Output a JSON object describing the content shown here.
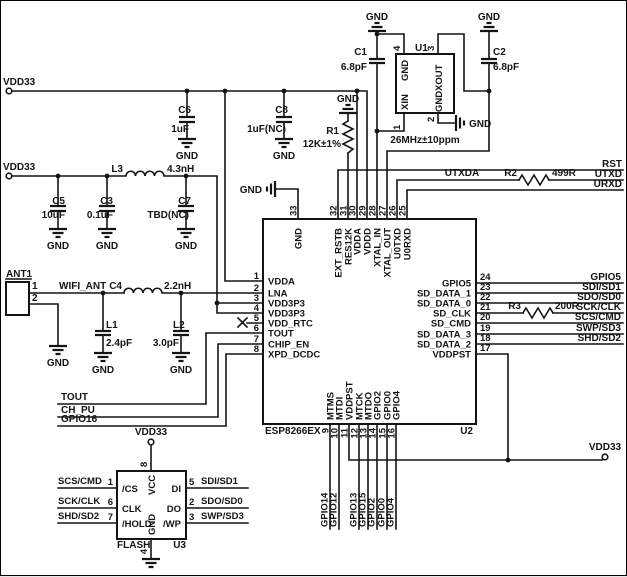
{
  "schematic": {
    "power": {
      "vdd33": "VDD33",
      "gnd": "GND"
    },
    "nets": {
      "rst": "RST",
      "utxd": "UTXD",
      "urxd": "URXD",
      "utxda": "UTXDA",
      "wifi_ant": "WIFI_ANT",
      "tout": "TOUT",
      "ch_pu": "CH_PU",
      "gpio16": "GPIO16",
      "gpio5": "GPIO5",
      "sdi_sd1": "SDI/SD1",
      "sdo_sd0": "SDO/SD0",
      "sck_clk": "SCK/CLK",
      "scs_cmd": "SCS/CMD",
      "swp_sd3": "SWP/SD3",
      "shd_sd2": "SHD/SD2",
      "gpio14": "GPIO14",
      "gpio12": "GPIO12",
      "gpio13": "GPIO13",
      "gpio15": "GPIO15",
      "gpio2": "GPIO2",
      "gpio0": "GPIO0",
      "gpio4": "GPIO4"
    },
    "components": {
      "c1": {
        "ref": "C1",
        "value": "6.8pF"
      },
      "c2": {
        "ref": "C2",
        "value": "6.8pF"
      },
      "c3": {
        "ref": "C3",
        "value": "0.1uF"
      },
      "c4": {
        "ref": "C4",
        "value": "2.2nH"
      },
      "c5": {
        "ref": "C5",
        "value": "10uF"
      },
      "c6": {
        "ref": "C6",
        "value": "1uF"
      },
      "c7": {
        "ref": "C7",
        "value": "TBD(NC)"
      },
      "c8": {
        "ref": "C8",
        "value": "1uF(NC)"
      },
      "l1": {
        "ref": "L1",
        "value": "2.4pF"
      },
      "l2": {
        "ref": "L2",
        "value": "3.0pF"
      },
      "l3": {
        "ref": "L3",
        "value": "4.3nH"
      },
      "r1": {
        "ref": "R1",
        "value": "12K±1%"
      },
      "r2": {
        "ref": "R2",
        "value": "499R"
      },
      "r3": {
        "ref": "R3",
        "value": "200R"
      },
      "ant1": {
        "ref": "ANT1",
        "pin1": "1",
        "pin2": "2"
      },
      "u1": {
        "ref": "U1",
        "freq": "26MHz±10ppm",
        "xin": "XIN",
        "xout": "XOUT",
        "gnd": "GND",
        "p1": "1",
        "p2": "2",
        "p3": "3",
        "p4": "4"
      },
      "u2": {
        "ref": "U2",
        "part": "ESP8266EX",
        "top": [
          {
            "n": "33",
            "name": "GND"
          },
          {
            "n": "32",
            "name": "EXT_RSTB"
          },
          {
            "n": "31",
            "name": "RES12K"
          },
          {
            "n": "30",
            "name": "VDDA"
          },
          {
            "n": "29",
            "name": "VDDD"
          },
          {
            "n": "28",
            "name": "XTAL_IN"
          },
          {
            "n": "27",
            "name": "XTAL_OUT"
          },
          {
            "n": "26",
            "name": "U0TXD"
          },
          {
            "n": "25",
            "name": "U0RXD"
          }
        ],
        "left": [
          {
            "n": "1",
            "name": "VDDA"
          },
          {
            "n": "2",
            "name": "LNA"
          },
          {
            "n": "3",
            "name": "VDD3P3"
          },
          {
            "n": "4",
            "name": "VDD3P3"
          },
          {
            "n": "5",
            "name": "VDD_RTC"
          },
          {
            "n": "6",
            "name": "TOUT"
          },
          {
            "n": "7",
            "name": "CHIP_EN"
          },
          {
            "n": "8",
            "name": "XPD_DCDC"
          }
        ],
        "right": [
          {
            "n": "24",
            "name": "GPIO5"
          },
          {
            "n": "23",
            "name": "SD_DATA_1"
          },
          {
            "n": "22",
            "name": "SD_DATA_0"
          },
          {
            "n": "21",
            "name": "SD_CLK"
          },
          {
            "n": "20",
            "name": "SD_CMD"
          },
          {
            "n": "19",
            "name": "SD_DATA_3"
          },
          {
            "n": "18",
            "name": "SD_DATA_2"
          },
          {
            "n": "17",
            "name": "VDDPST"
          }
        ],
        "bottom": [
          {
            "n": "9",
            "name": "MTMS"
          },
          {
            "n": "10",
            "name": "MTDI"
          },
          {
            "n": "11",
            "name": "VDDPST"
          },
          {
            "n": "12",
            "name": "MTCK"
          },
          {
            "n": "13",
            "name": "MTDO"
          },
          {
            "n": "14",
            "name": "GPIO2"
          },
          {
            "n": "15",
            "name": "GPIO0"
          },
          {
            "n": "16",
            "name": "GPIO4"
          }
        ]
      },
      "u3": {
        "ref": "U3",
        "part": "FLASH",
        "vcc": "VCC",
        "gnd": "GND",
        "p8": "8",
        "p4": "4",
        "left": [
          {
            "n": "1",
            "name": "/CS"
          },
          {
            "n": "6",
            "name": "CLK"
          },
          {
            "n": "7",
            "name": "/HOLD"
          }
        ],
        "right": [
          {
            "n": "5",
            "name": "DI"
          },
          {
            "n": "2",
            "name": "DO"
          },
          {
            "n": "3",
            "name": "/WP"
          }
        ]
      }
    },
    "colors": {
      "ink": "#141414",
      "bg": "#ffffff"
    }
  }
}
